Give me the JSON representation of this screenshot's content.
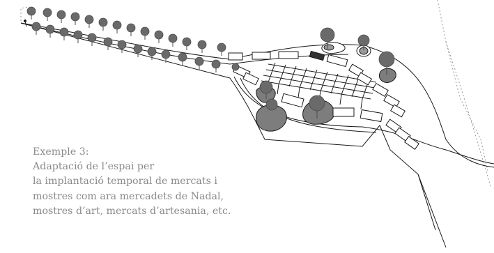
{
  "caption": {
    "title": "Exemple 3:",
    "lines": [
      "Adaptació de l’espai per",
      "la implantació temporal de mercats i",
      "mostres com ara mercadets de Nadal,",
      "mostres d’art, mercats d’artesania, etc."
    ]
  },
  "colors": {
    "line": "#1a1a1a",
    "tree": "#6a6a6a",
    "tree_dark": "#4a4a4a",
    "planter": "#7d7d7d",
    "caption": "#8a8a8a",
    "boundary_dashed": "#999999"
  }
}
